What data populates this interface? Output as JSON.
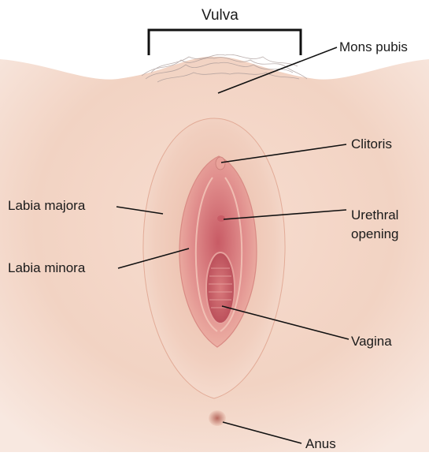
{
  "title": "Vulva",
  "labels": {
    "mons_pubis": "Mons pubis",
    "clitoris": "Clitoris",
    "labia_majora": "Labia majora",
    "urethral_opening_1": "Urethral",
    "urethral_opening_2": "opening",
    "labia_minora": "Labia minora",
    "vagina": "Vagina",
    "anus": "Anus"
  },
  "colors": {
    "skin_light": "#fae8df",
    "skin_mid": "#eec6b4",
    "skin_shadow": "#d99b86",
    "inner_pink": "#e79a97",
    "inner_deep": "#c95a63",
    "leader_line": "#111111"
  }
}
